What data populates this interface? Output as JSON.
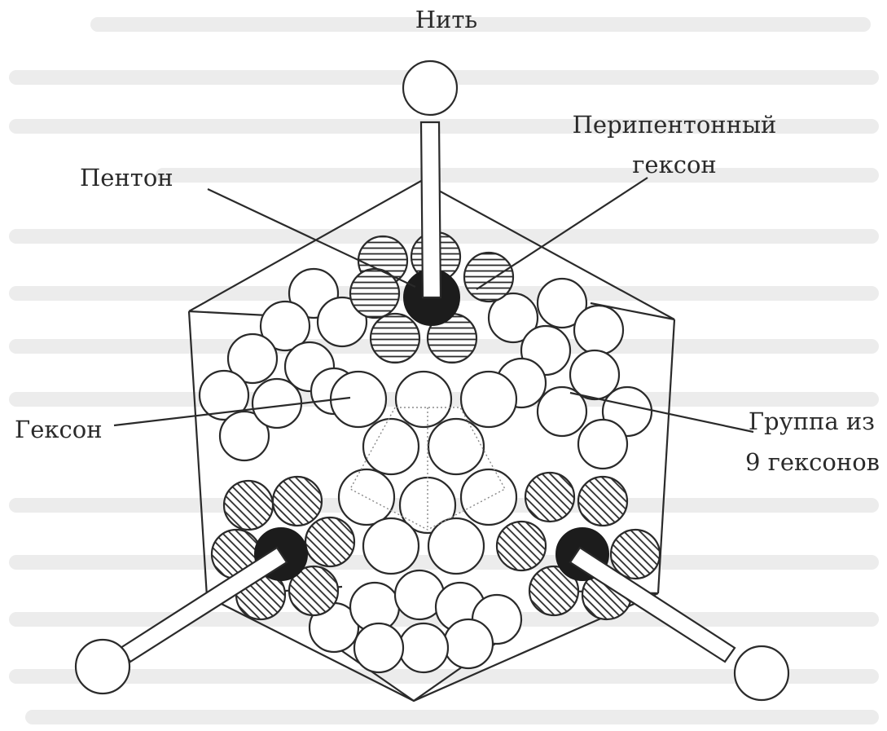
{
  "labels": {
    "fiber": "Нить",
    "penton": "Пентон",
    "peripenton_hexon_line1": "Перипентонный",
    "peripenton_hexon_line2": "гексон",
    "hexon": "Гексон",
    "group_of_nine_line1": "Группа из",
    "group_of_nine_line2": "9 гексонов"
  },
  "colors": {
    "ink": "#2a2a2a",
    "background": "#ffffff",
    "dark_penton": "#1c1c1c",
    "faint_lines": "#e6e6e6"
  }
}
